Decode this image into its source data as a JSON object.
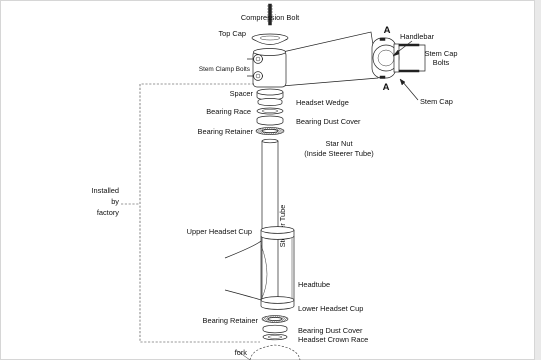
{
  "labels": {
    "compression_bolt": "Compression Bolt",
    "top_cap": "Top Cap",
    "stem_clamp_bolts": "Stem Clamp Bolts",
    "handlebar": "Handlebar",
    "stem_cap_bolts_1": "Stem Cap",
    "stem_cap_bolts_2": "Bolts",
    "stem_cap": "Stem Cap",
    "marker_a": "A",
    "spacer": "Spacer",
    "headset_wedge": "Headset Wedge",
    "bearing_race": "Bearing Race",
    "bearing_dust_cover_top": "Bearing Dust Cover",
    "bearing_retainer_top": "Bearing Retainer",
    "star_nut_1": "Star Nut",
    "star_nut_2": "(Inside Steerer Tube)",
    "installed_1": "Installed",
    "installed_2": "by",
    "installed_3": "factory",
    "upper_headset_cup": "Upper Headset Cup",
    "steerer_tube": "Steerer Tube",
    "headtube": "Headtube",
    "lower_headset_cup": "Lower Headset Cup",
    "bearing_retainer_bottom": "Bearing Retainer",
    "bearing_dust_cover_bottom": "Bearing Dust Cover",
    "headset_crown_race": "Headset Crown Race",
    "fork": "fork"
  },
  "colors": {
    "background": "#e9e9e9",
    "line": "#222222",
    "part_fill": "#ffffff"
  }
}
